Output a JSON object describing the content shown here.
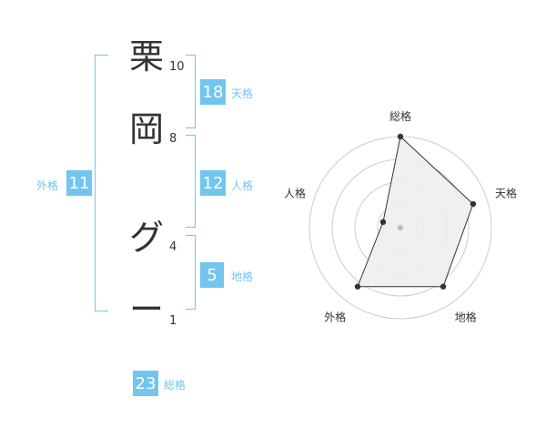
{
  "chars": [
    {
      "char": "栗",
      "strokes": "10"
    },
    {
      "char": "岡",
      "strokes": "8"
    },
    {
      "char": "グ",
      "strokes": "4"
    },
    {
      "char": "ー",
      "strokes": "1"
    }
  ],
  "fortunes": {
    "tenkaku": {
      "value": "18",
      "label": "天格"
    },
    "jinkaku": {
      "value": "12",
      "label": "人格"
    },
    "chikaku": {
      "value": "5",
      "label": "地格"
    },
    "gaikaku": {
      "value": "11",
      "label": "外格"
    },
    "soukaku": {
      "value": "23",
      "label": "総格"
    }
  },
  "colors": {
    "accent": "#72c5ef",
    "text": "#333333",
    "ring": "#cccccc",
    "fill": "#eeeeee"
  },
  "chart_data": {
    "type": "radar",
    "axes": [
      "総格",
      "天格",
      "地格",
      "外格",
      "人格"
    ],
    "values": [
      5,
      4.2,
      4,
      4,
      1
    ],
    "range": [
      0,
      5
    ],
    "rings": 4
  }
}
